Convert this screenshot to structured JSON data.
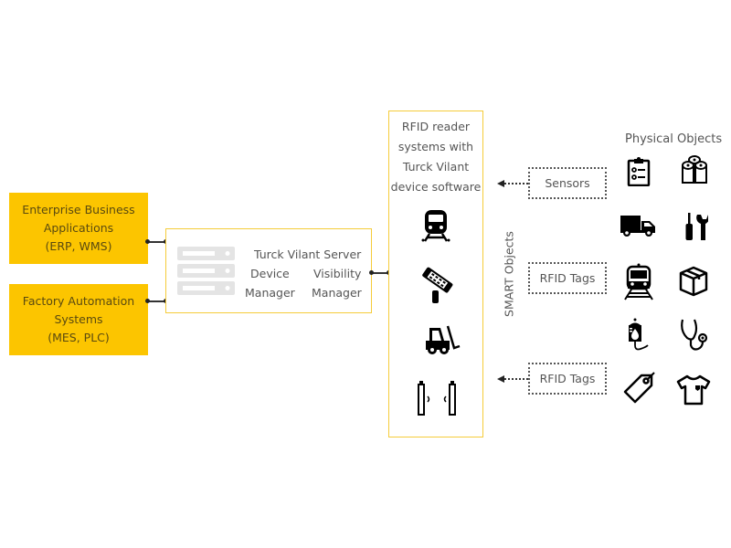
{
  "enterprise": {
    "line1": "Enterprise Business",
    "line2": "Applications",
    "line3": "(ERP, WMS)"
  },
  "factory": {
    "line1": "Factory Automation",
    "line2": "Systems",
    "line3": "(MES, PLC)"
  },
  "server": {
    "title": "Turck Vilant Server",
    "left_line1": "Device",
    "left_line2": "Manager",
    "right_line1": "Visibility",
    "right_line2": "Manager",
    "icon": "server-stack-icon"
  },
  "reader": {
    "line1": "RFID reader",
    "line2": "systems with",
    "line3": "Turck Vilant",
    "line4": "device software",
    "icons": [
      "train-icon",
      "handheld-reader-icon",
      "forklift-icon",
      "gate-antenna-icon"
    ]
  },
  "smart_objects": {
    "label": "SMART Objects",
    "boxes": [
      "Sensors",
      "RFID Tags",
      "RFID Tags"
    ]
  },
  "physical_objects": {
    "title": "Physical Objects",
    "icons": [
      "clipboard-icon",
      "paper-rolls-icon",
      "truck-icon",
      "tools-icon",
      "train-icon",
      "box-icon",
      "iv-bag-icon",
      "stethoscope-icon",
      "price-tag-icon",
      "tshirt-icon"
    ]
  },
  "colors": {
    "accent_yellow": "#fcc500",
    "border_yellow": "#f5cc3a",
    "text_gray": "#555555"
  }
}
